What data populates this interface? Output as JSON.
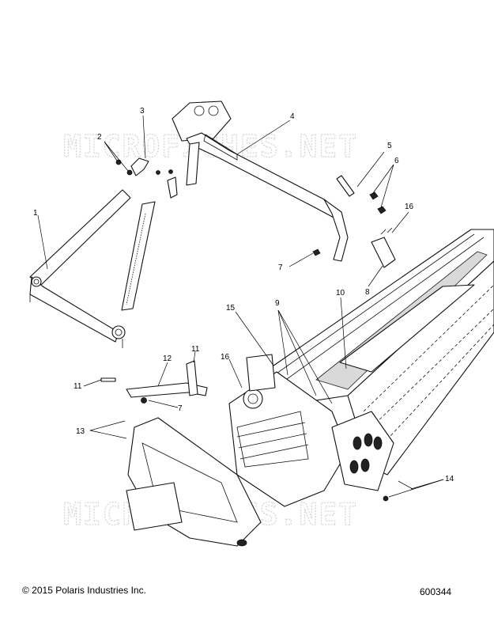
{
  "watermark": "MICROFICHES.NET",
  "callouts": [
    "1",
    "2",
    "3",
    "4",
    "5",
    "6",
    "7",
    "8",
    "9",
    "10",
    "11",
    "12",
    "13",
    "14",
    "15",
    "16"
  ],
  "copyright": "© 2015 Polaris Industries Inc.",
  "drawing_number": "600344"
}
